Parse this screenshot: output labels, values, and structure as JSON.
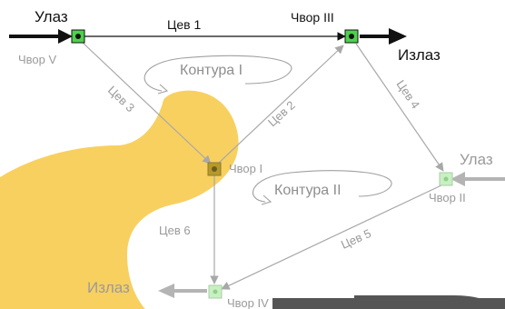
{
  "title": "",
  "nodes": {
    "v": "Чвор V",
    "iii": "Чвор III",
    "i": "Чвор I",
    "ii": "Чвор II",
    "iv": "Чвор IV"
  },
  "branches": {
    "b1": "Цев 1",
    "b2": "Цев 2",
    "b3": "Цев 3",
    "b4": "Цев 4",
    "b5": "Цев 5",
    "b6": "Цев 6"
  },
  "loops": {
    "loop1": "Контура I",
    "loop2": "Контура II"
  },
  "io": {
    "in_v": "Улаз",
    "out_iii": "Излаз",
    "in_ii": "Улаз",
    "out_iv": "Излаз"
  },
  "colors": {
    "active_node": "#4cd24c",
    "inactive_node": "#c8f0c0",
    "mid_node": "#b59a2a",
    "blob": "#f7c844",
    "edge_active": "#111111",
    "edge_inactive": "#a8a8a8",
    "arrow_inactive": "#b4b4b4"
  }
}
